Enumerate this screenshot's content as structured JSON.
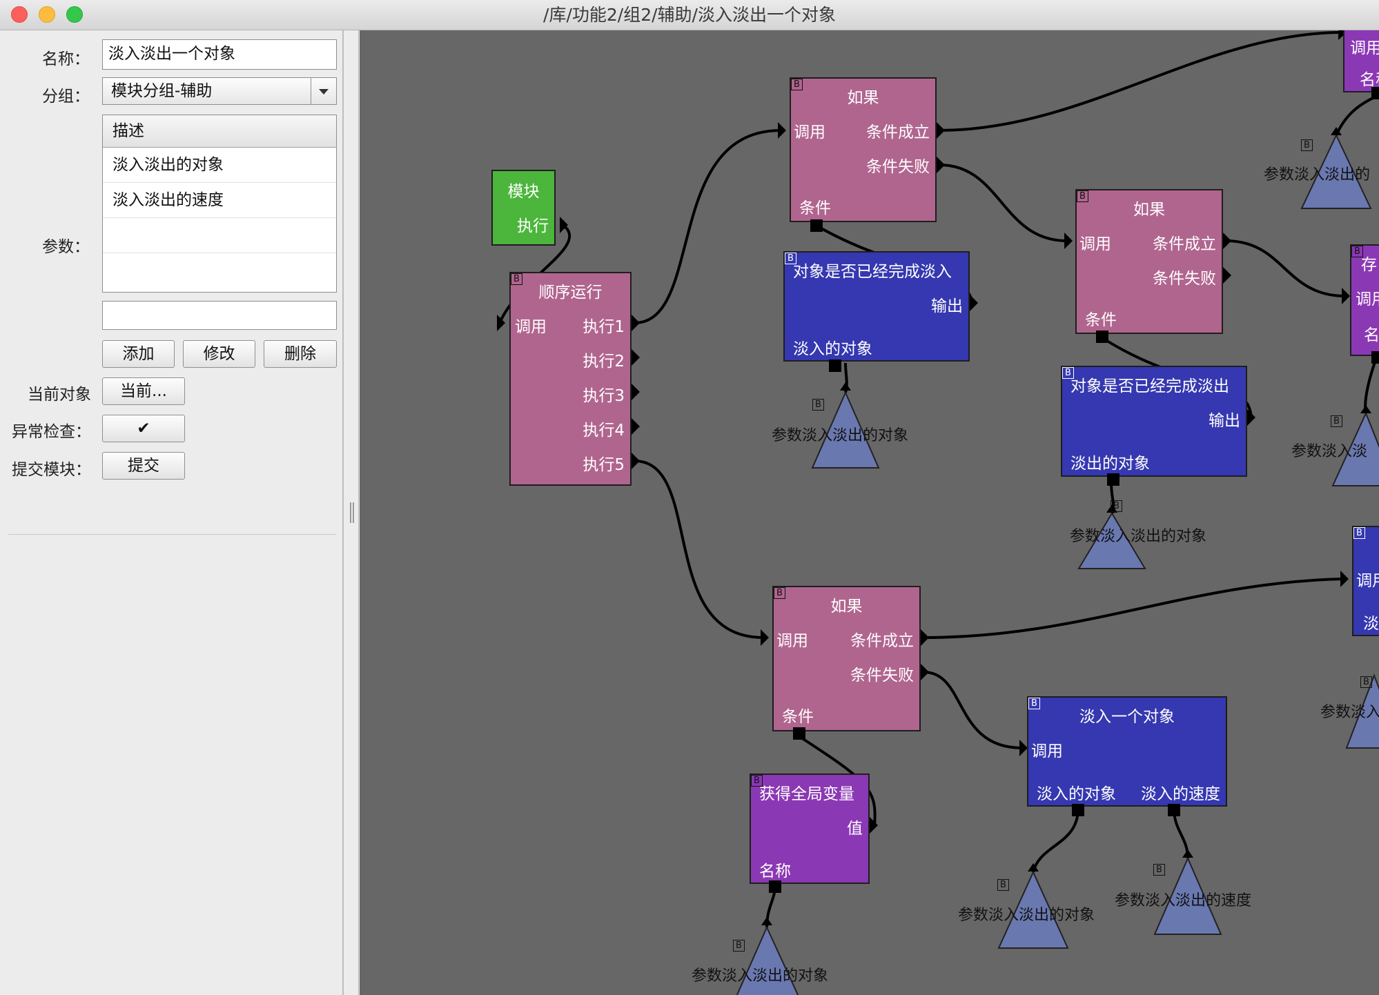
{
  "window": {
    "title": "/库/功能2/组2/辅助/淡入淡出一个对象"
  },
  "form": {
    "name_label": "名称：",
    "name_value": "淡入淡出一个对象",
    "group_label": "分组：",
    "group_value": "模块分组-辅助",
    "params_label": "参数：",
    "params_header": "描述",
    "params_rows": [
      "淡入淡出的对象",
      "淡入淡出的速度"
    ],
    "new_param_value": "",
    "add_label": "添加",
    "edit_label": "修改",
    "delete_label": "删除",
    "current_object_label": "当前对象",
    "current_object_button": "当前...",
    "exception_check_label": "异常检查：",
    "exception_check_value": "✔",
    "submit_module_label": "提交模块：",
    "submit_button": "提交"
  },
  "graph": {
    "badge": "B",
    "start": {
      "title": "模块",
      "exec": "执行"
    },
    "seq": {
      "title": "顺序运行",
      "call": "调用",
      "outs": [
        "执行1",
        "执行2",
        "执行3",
        "执行4",
        "执行5"
      ]
    },
    "if1": {
      "title": "如果",
      "call": "调用",
      "true": "条件成立",
      "false": "条件失败",
      "cond": "条件"
    },
    "check1": {
      "title": "对象是否已经完成淡入",
      "out": "输出",
      "input": "淡入的对象"
    },
    "param1": "参数淡入淡出的对象",
    "if2": {
      "title": "如果",
      "call": "调用",
      "true": "条件成立",
      "false": "条件失败",
      "cond": "条件"
    },
    "check2": {
      "title": "对象是否已经完成淡出",
      "out": "输出",
      "input": "淡出的对象"
    },
    "param2": "参数淡入淡出的对象",
    "if3": {
      "title": "如果",
      "call": "调用",
      "true": "条件成立",
      "false": "条件失败",
      "cond": "条件"
    },
    "global": {
      "title": "获得全局变量",
      "value": "值",
      "name": "名称"
    },
    "param3": "参数淡入淡出的对象",
    "fadein": {
      "title": "淡入一个对象",
      "call": "调用",
      "obj": "淡入的对象",
      "speed": "淡入的速度"
    },
    "param4": "参数淡入淡出的对象",
    "param5": "参数淡入淡出的速度",
    "edge_top": {
      "call": "调用",
      "name": "名称",
      "param": "参数淡入淡出的"
    },
    "edge_mid": {
      "title": "存",
      "call": "调用",
      "name": "名",
      "param": "参数淡入淡"
    },
    "edge_low": {
      "call": "调用",
      "sub": "淡",
      "param": "参数淡入"
    }
  },
  "colors": {
    "if_node": "#b0658e",
    "blue_node": "#3538b0",
    "purple_node": "#8b38b4",
    "start_node": "#4bb63b",
    "param_triangle": "#6a78b0",
    "canvas": "#676767"
  }
}
